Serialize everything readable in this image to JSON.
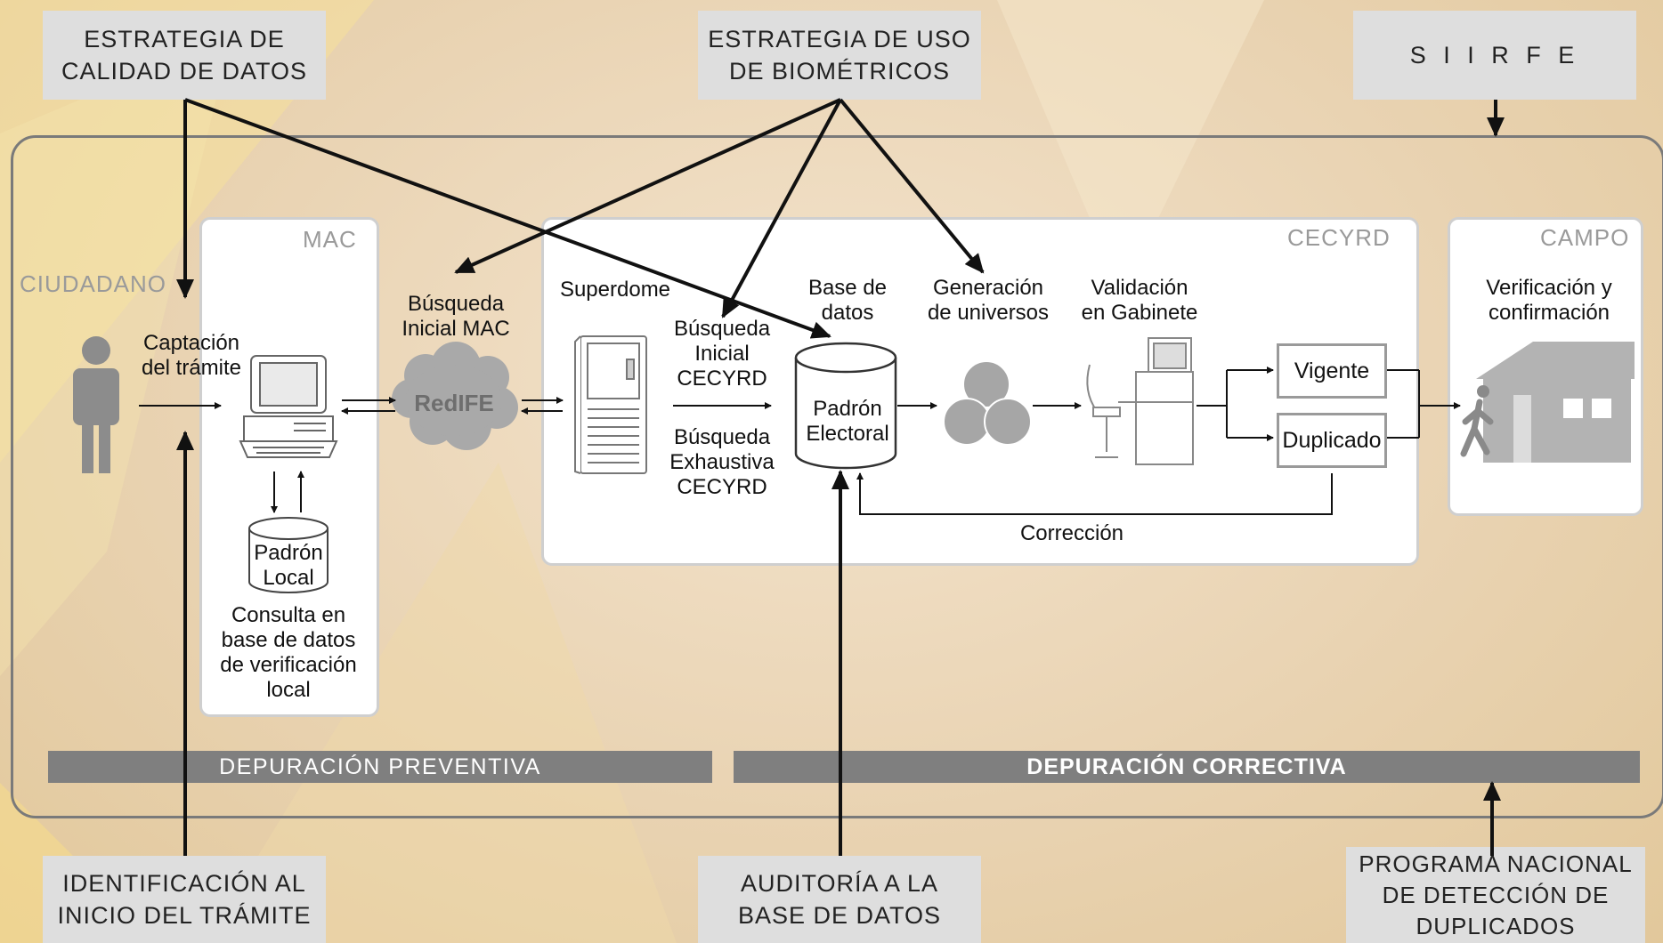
{
  "strategies": {
    "calidad": "ESTRATEGIA DE\nCALIDAD DE DATOS",
    "biometricos": "ESTRATEGIA DE USO\nDE BIOMÉTRICOS",
    "siirfe": "S I I R F E",
    "identificacion": "IDENTIFICACIÓN AL\nINICIO DEL TRÁMITE",
    "auditoria": "AUDITORÍA A LA\nBASE DE DATOS",
    "programa": "PROGRAMA NACIONAL\nDE DETECCIÓN DE\nDUPLICADOS"
  },
  "sections": {
    "ciudadano": "CIUDADANO",
    "mac": "MAC",
    "cecyrd": "CECYRD",
    "campo": "CAMPO"
  },
  "labels": {
    "captacion": "Captación\ndel trámite",
    "padron_local": "Padrón\nLocal",
    "consulta": "Consulta en\nbase de datos\nde verificación\nlocal",
    "busqueda_mac": "Búsqueda\nInicial MAC",
    "redife": "RedIFE",
    "superdome": "Superdome",
    "busqueda_cecyrd": "Búsqueda\nInicial\nCECYRD",
    "busqueda_exhaustiva": "Búsqueda\nExhaustiva\nCECYRD",
    "base_datos": "Base de\ndatos",
    "padron_electoral": "Padrón\nElectoral",
    "generacion": "Generación\nde universos",
    "validacion": "Validación\nen Gabinete",
    "vigente": "Vigente",
    "duplicado": "Duplicado",
    "correccion": "Corrección",
    "verificacion": "Verificación y\nconfirmación"
  },
  "banners": {
    "preventiva": "DEPURACIÓN PREVENTIVA",
    "correctiva": "DEPURACIÓN CORRECTIVA"
  }
}
